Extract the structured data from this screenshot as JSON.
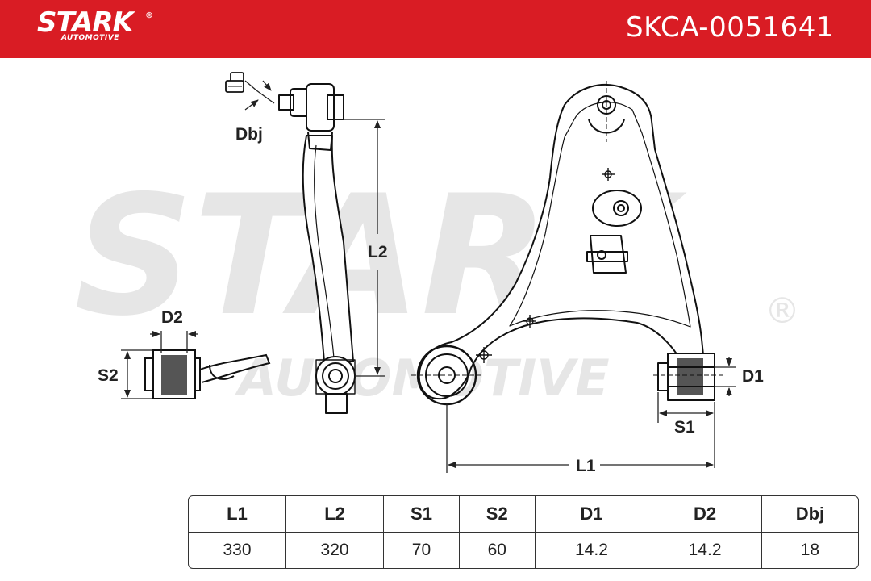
{
  "brand": {
    "name": "STARK",
    "registered": "®",
    "sub": "AUTOMOTIVE"
  },
  "part_number": "SKCA-0051641",
  "watermark": {
    "main": "STARK",
    "sub": "AUTOMOTIVE",
    "registered": "®"
  },
  "dimension_labels": {
    "dbj": "Dbj",
    "l2": "L2",
    "d2": "D2",
    "s2": "S2",
    "d1": "D1",
    "s1": "S1",
    "l1": "L1"
  },
  "specs_table": {
    "headers": [
      "L1",
      "L2",
      "S1",
      "S2",
      "D1",
      "D2",
      "Dbj"
    ],
    "values": [
      "330",
      "320",
      "70",
      "60",
      "14.2",
      "14.2",
      "18"
    ]
  }
}
